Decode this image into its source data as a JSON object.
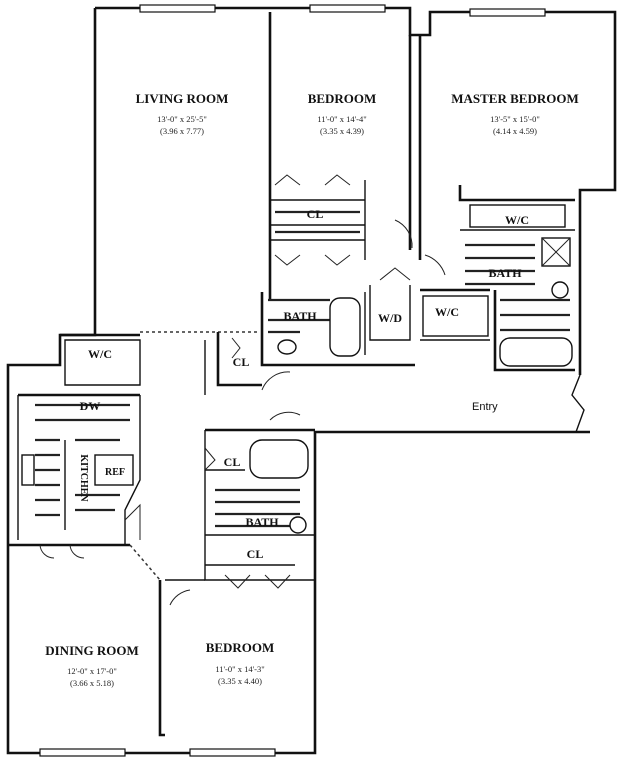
{
  "rooms": {
    "living": {
      "name": "LIVING ROOM",
      "dim_ft": "13'-0\" x 25'-5\"",
      "dim_m": "(3.96 x 7.77)"
    },
    "bedroom_top": {
      "name": "BEDROOM",
      "dim_ft": "11'-0\" x 14'-4\"",
      "dim_m": "(3.35 x 4.39)"
    },
    "master": {
      "name": "MASTER BEDROOM",
      "dim_ft": "13'-5\" x 15'-0\"",
      "dim_m": "(4.14 x 4.59)"
    },
    "dining": {
      "name": "DINING ROOM",
      "dim_ft": "12'-0\" x 17'-0\"",
      "dim_m": "(3.66 x 5.18)"
    },
    "bedroom_bottom": {
      "name": "BEDROOM",
      "dim_ft": "11'-0\" x 14'-3\"",
      "dim_m": "(3.35 x 4.40)"
    }
  },
  "labels": {
    "closet": "CL",
    "walk_in": "W/C",
    "bath": "BATH",
    "washer_dryer": "W/D",
    "dishwasher": "DW",
    "kitchen": "KITCHEN",
    "refrigerator": "REF",
    "entry": "Entry"
  }
}
